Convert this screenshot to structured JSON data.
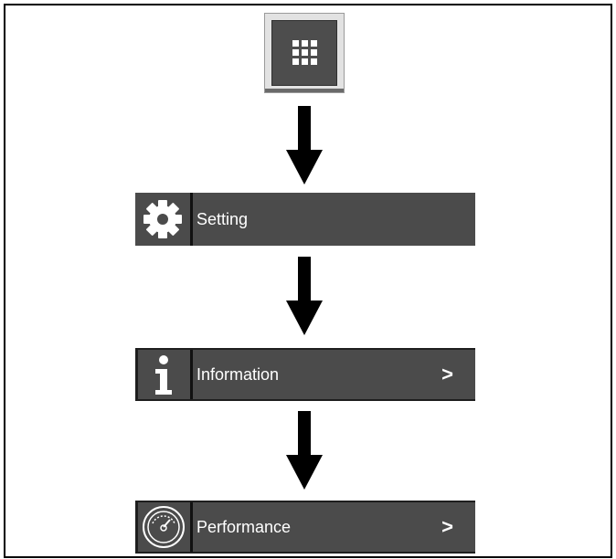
{
  "steps": [
    {
      "name": "menu",
      "icon": "grid-icon"
    },
    {
      "name": "setting",
      "label": "Setting",
      "icon": "gear-icon"
    },
    {
      "name": "information",
      "label": "Information",
      "icon": "info-icon",
      "chevron": ">"
    },
    {
      "name": "performance",
      "label": "Performance",
      "icon": "gauge-icon",
      "chevron": ">"
    }
  ],
  "colors": {
    "bar": "#4b4b4b",
    "menu_button": "#4d4d4d",
    "arrow": "#000000",
    "text": "#ffffff"
  }
}
